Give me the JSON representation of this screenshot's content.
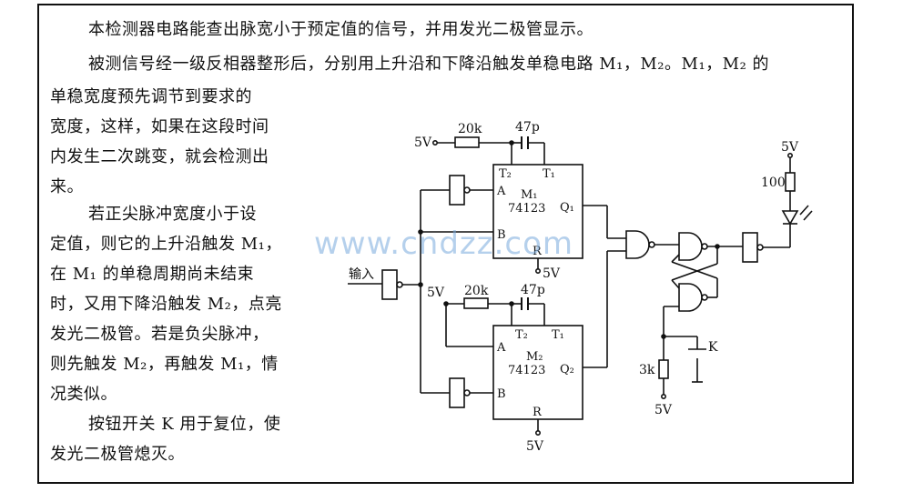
{
  "text": {
    "line1": "本检测器电路能查出脉宽小于预定值的信号，并用发光二极管显示。",
    "line2": "被测信号经一级反相器整形后，分别用上升沿和下降沿触发单稳电路 M₁，M₂。M₁，M₂ 的",
    "line3": "单稳宽度预先调节到要求的",
    "line4": "宽度，这样，如果在这段时间",
    "line5": "内发生二次跳变，就会检测出",
    "line6": "来。",
    "line7": "若正尖脉冲宽度小于设",
    "line8": "定值，则它的上升沿触发 M₁，",
    "line9": "在 M₁ 的单稳周期尚未结束",
    "line10": "时，又用下降沿触发 M₂，点亮",
    "line11": "发光二极管。若是负尖脉冲，",
    "line12": "则先触发 M₂，再触发 M₁，情",
    "line13": "况类似。",
    "line14": "按钮开关 K 用于复位，使",
    "line15": "发光二极管熄灭。"
  },
  "watermark": "www.cndzz.com",
  "circuit": {
    "top_supply": "5V",
    "top_resistor": "20k",
    "top_cap": "47p",
    "m1_t2": "T₂",
    "m1_t1": "T₁",
    "m1_a": "A",
    "m1_b": "B",
    "m1_name": "M₁",
    "m1_chip": "74123",
    "m1_q": "Q₁",
    "m1_r": "R",
    "m1_r_supply": "5V",
    "input_label": "输入",
    "mid_supply": "5V",
    "bot_resistor": "20k",
    "bot_cap": "47p",
    "m2_t2": "T₂",
    "m2_t1": "T₁",
    "m2_a": "A",
    "m2_b": "B",
    "m2_name": "M₂",
    "m2_chip": "74123",
    "m2_q": "Q₂",
    "m2_r": "R",
    "m2_r_supply": "5V",
    "led_supply": "5V",
    "led_resistor": "100",
    "switch_label": "K",
    "pull_resistor": "3k",
    "pull_supply": "5V"
  }
}
